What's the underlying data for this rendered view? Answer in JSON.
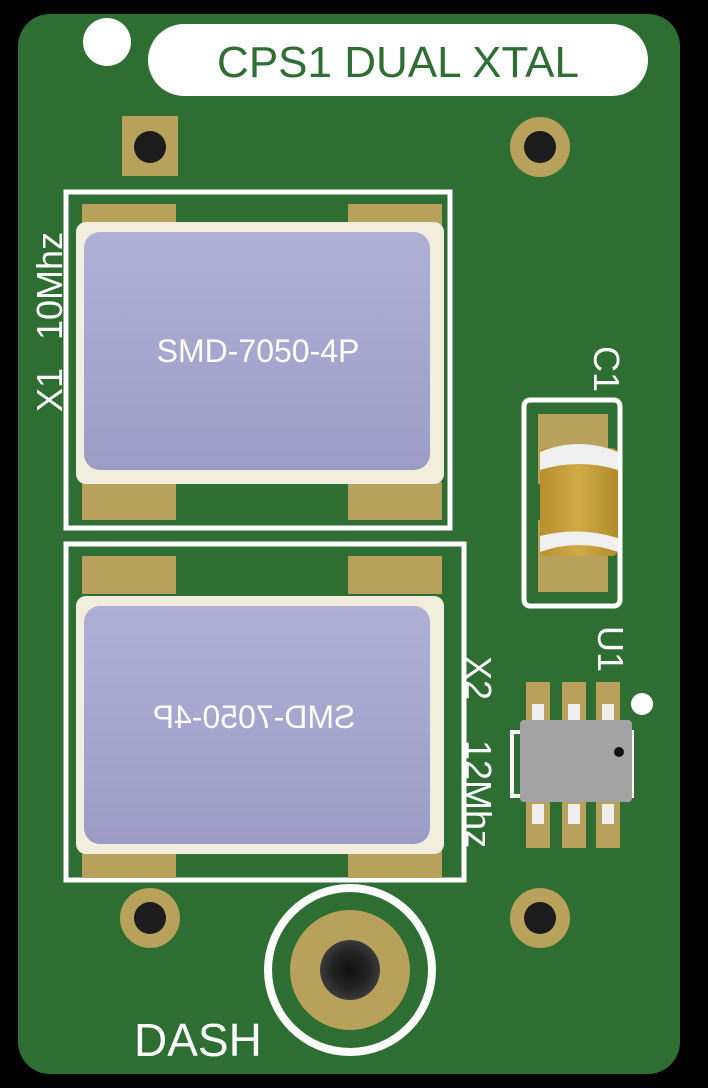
{
  "board": {
    "title": "CPS1 DUAL XTAL",
    "colors": {
      "background": "#000000",
      "pcb": "#2f6e33",
      "silk": "#ffffff",
      "pad": "#b8a15a",
      "crystal_body": "#a6a6cc",
      "ic_body": "#a3a3a3",
      "cap_body": "#c9a23a"
    }
  },
  "crystals": [
    {
      "ref": "X1",
      "value": "10Mhz",
      "package": "SMD-7050-4P"
    },
    {
      "ref": "X2",
      "value": "12Mhz",
      "package": "SMD-7050-4P"
    }
  ],
  "capacitor": {
    "ref": "C1"
  },
  "ic": {
    "ref": "U1"
  },
  "dash_label": "DASH"
}
